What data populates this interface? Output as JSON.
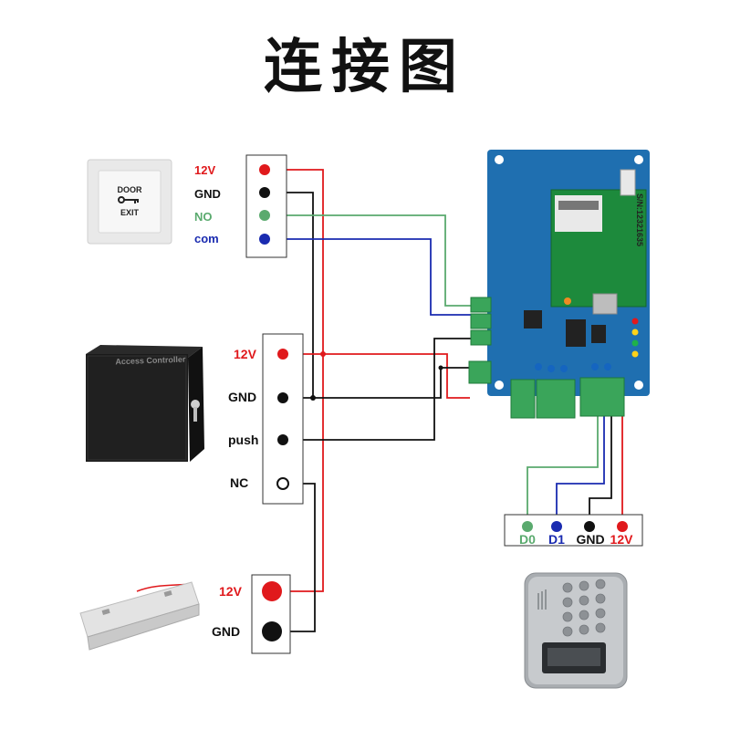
{
  "title": "连接图",
  "colors": {
    "red": "#e0191c",
    "black": "#111111",
    "green": "#5aaa6e",
    "blue": "#1a2bb0",
    "board_blue": "#1f6fb0",
    "board_green": "#1d8a3c"
  },
  "exit_button": {
    "line1": "DOOR",
    "line2": "EXIT",
    "terminals": [
      "12V",
      "GND",
      "NO",
      "com"
    ]
  },
  "power_supply": {
    "brand": "Access Controller",
    "terminals": [
      "12V",
      "GND",
      "push",
      "NC"
    ]
  },
  "lock": {
    "terminals": [
      "12V",
      "GND"
    ]
  },
  "controller": {
    "serial": "S/N:12321635"
  },
  "reader": {
    "terminals": [
      "D0",
      "D1",
      "GND",
      "12V"
    ]
  }
}
